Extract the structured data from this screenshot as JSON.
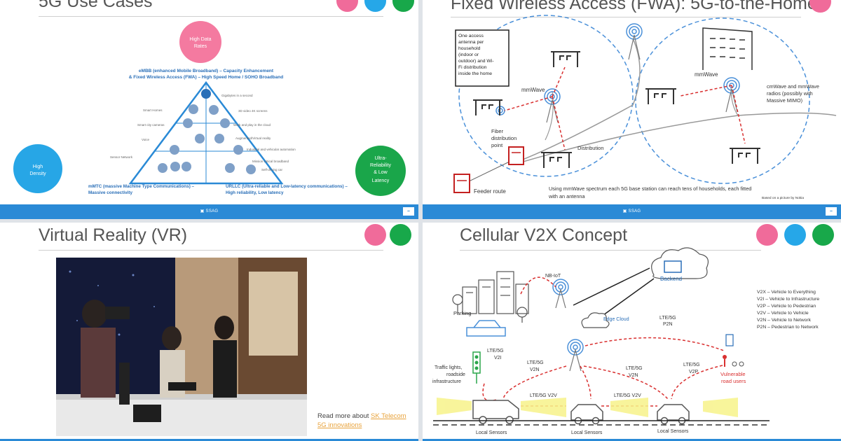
{
  "colors": {
    "pink": "#f06b9a",
    "blue": "#26a7e8",
    "green": "#18a84a",
    "footer": "#2a8ad6",
    "red": "#d93030"
  },
  "slide1": {
    "title": "5G Use Cases",
    "top_bubble": [
      "High Data",
      "Rates"
    ],
    "left_bubble": [
      "High",
      "Density"
    ],
    "right_bubble": [
      "Ultra-",
      "Reliability",
      "& Low",
      "Latency"
    ],
    "embb_heading": [
      "eMBB (enhanced Mobile Broadband) – Capacity Enhancement",
      "& Fixed Wireless Access (FWA) – High Speed Home / SOHO Broadband"
    ],
    "mmtc_caption": [
      "mMTC (massive Machine Type Communications) –",
      "Massive connectivity"
    ],
    "urllc_caption": [
      "URLLC (Ultra-reliable and Low-latency communications) –",
      "High reliability, Low latency"
    ],
    "left_labels": [
      "Smart Homes",
      "Smart city cameras",
      "Voice",
      "Sensor Network"
    ],
    "right_labels": [
      "Gigabytes in a second",
      "3D video 4K screens",
      "Work and play in the cloud",
      "Augmented/Virtual reality",
      "Industrial and vehicular automation",
      "Mission critical broadband",
      "Self-driving car"
    ]
  },
  "slide2": {
    "title": "Fixed Wireless Access (FWA): 5G-to-the-Home",
    "note_box": [
      "One access",
      "antenna per",
      "household",
      "(indoor or",
      "outdoor) and Wi-",
      "Fi distribution",
      "inside the home"
    ],
    "mmwave_left": "mmWave",
    "mmwave_right": "mmWave",
    "cmwave": [
      "cmWave and mmWave",
      "radios (possibly with",
      "Massive MIMO)"
    ],
    "fiber_point": [
      "Fiber",
      "distribution",
      "point"
    ],
    "distribution": "Distribution",
    "feeder_route": "Feeder route",
    "bottom_caption": [
      "Using mmWave spectrum each 5G base station can reach tens of households, each fitted",
      "with an antenna"
    ],
    "credit": "Based on a picture by Nokia"
  },
  "slide3": {
    "title": "Virtual Reality (VR)",
    "read_more_prefix": "Read more about ",
    "read_more_link": "SK Telecom",
    "read_more_link2": "5G innovations"
  },
  "slide4": {
    "title": "Cellular V2X Concept",
    "nbiot": "NB-IoT",
    "backend": "Backend",
    "parking": "Parking",
    "edge_cloud": "Edge Cloud",
    "lte_p2n": [
      "LTE/5G",
      "P2N"
    ],
    "traffic_lights": [
      "Traffic lights,",
      "roadside",
      "infrastructure"
    ],
    "lte_v2i": [
      "LTE/5G",
      "V2I"
    ],
    "lte_v2n_left": [
      "LTE/5G",
      "V2N"
    ],
    "lte_v2n_right": [
      "LTE/5G",
      "V2N"
    ],
    "lte_v2p": [
      "LTE/5G",
      "V2P"
    ],
    "vulnerable": [
      "Vulnerable",
      "road users"
    ],
    "lte_v2v_1": "LTE/5G V2V",
    "lte_v2v_2": "LTE/5G V2V",
    "local_sensors": "Local Sensors",
    "legend": [
      "V2X – Vehicle to Everything",
      "V2I – Vehicle to Infrastructure",
      "V2P – Vehicle to Pedestrian",
      "V2V – Vehicle to Vehicle",
      "V2N – Vehicle to Network",
      "P2N – Pedestrian to Network"
    ]
  }
}
